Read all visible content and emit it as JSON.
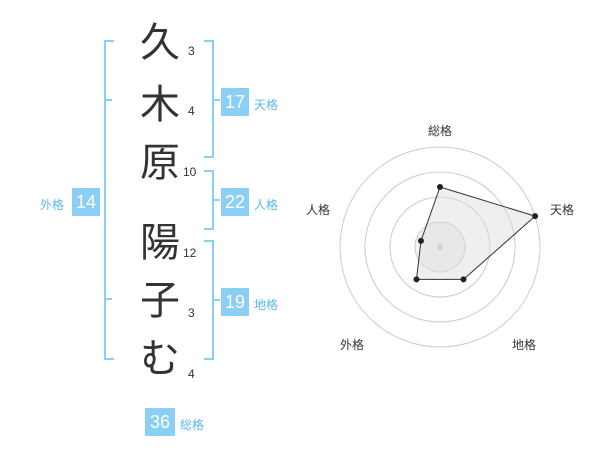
{
  "characters": [
    {
      "char": "久",
      "strokes": "3"
    },
    {
      "char": "木",
      "strokes": "4"
    },
    {
      "char": "原",
      "strokes": "10"
    },
    {
      "char": "陽",
      "strokes": "12"
    },
    {
      "char": "子",
      "strokes": "3"
    },
    {
      "char": "む",
      "strokes": "4"
    }
  ],
  "fortunes": {
    "tenkaku": {
      "value": "17",
      "label": "天格"
    },
    "jinkaku": {
      "value": "22",
      "label": "人格"
    },
    "chikaku": {
      "value": "19",
      "label": "地格"
    },
    "gaikaku": {
      "value": "14",
      "label": "外格"
    },
    "soukaku": {
      "value": "36",
      "label": "総格"
    }
  },
  "radar": {
    "axes": [
      "総格",
      "天格",
      "地格",
      "外格",
      "人格"
    ],
    "levels": 4,
    "max": 5,
    "values": [
      3,
      5,
      2,
      2,
      1
    ]
  },
  "colors": {
    "accent": "#8ccff5",
    "accent_text": "#5ab8ee",
    "radar_fill": "#f0f0f0",
    "radar_stroke": "#333333"
  }
}
